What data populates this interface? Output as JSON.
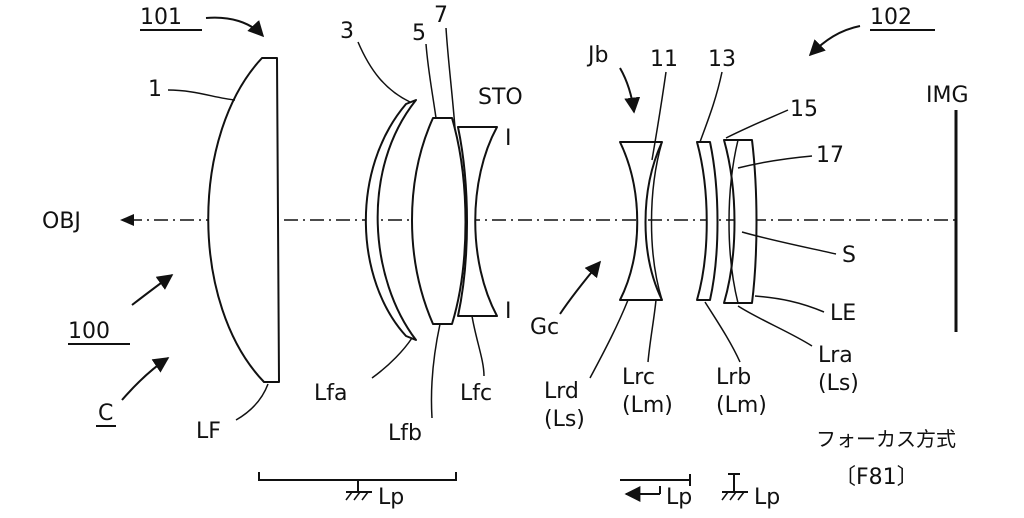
{
  "refs": {
    "r101": "101",
    "r102": "102",
    "r100": "100",
    "rC": "C"
  },
  "axis": {
    "obj": "OBJ",
    "img": "IMG",
    "sto": "STO",
    "sto_mark": "I"
  },
  "numbers": {
    "n1": "1",
    "n3": "3",
    "n5": "5",
    "n7": "7",
    "n11": "11",
    "n13": "13",
    "n15": "15",
    "n17": "17"
  },
  "labels": {
    "LF": "LF",
    "Lfa": "Lfa",
    "Lfb": "Lfb",
    "Lfc": "Lfc",
    "Jb": "Jb",
    "Gc": "Gc",
    "Lrd": "Lrd",
    "Lrd_sub": "(Ls)",
    "Lrc": "Lrc",
    "Lrc_sub": "(Lm)",
    "Lrb": "Lrb",
    "Lrb_sub": "(Lm)",
    "Lra": "Lra",
    "Lra_sub": "(Ls)",
    "S": "S",
    "LE": "LE"
  },
  "focus": {
    "method": "フォーカス方式",
    "code": "〔F81〕",
    "lp1": "Lp",
    "lp2": "Lp",
    "lp3": "Lp"
  }
}
